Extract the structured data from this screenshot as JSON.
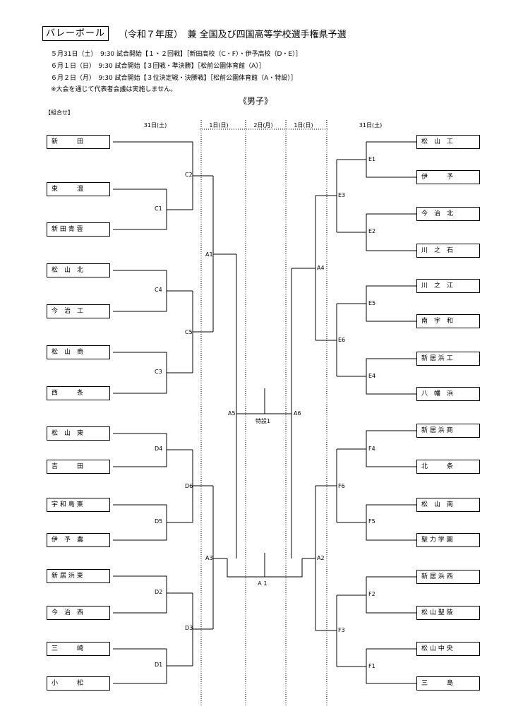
{
  "header": {
    "sport": "バレーボール",
    "title": "（令和７年度）　兼 全国及び四国高等学校選手権県予選",
    "schedule": [
      "５月31日（土）　9:30 試合開始【１・２回戦】［新田高校（C・F）・伊予高校（D・E）］",
      "６月１日（日）　9:30 試合開始【３回戦・準決勝】［松前公園体育館（A）］",
      "６月２日（月）　9:30 試合開始【３位決定戦・決勝戦】［松前公園体育館（A・特設）］"
    ],
    "note": "※大会を通じて代表者会議は実施しません。",
    "gender": "《男子》",
    "kumiawase": "【組合せ】"
  },
  "days": {
    "d31_left": "31日(土)",
    "d1_left": "1日(日)",
    "d2": "2日(月)",
    "d1_right": "1日(日)",
    "d31_right": "31日(土)"
  },
  "left_teams": [
    "新　　　田",
    "東　　　温",
    "新 田 青 雲",
    "松　山　北",
    "今　治　工",
    "松　山　商",
    "西　　　条",
    "松　山　東",
    "吉　　　田",
    "宇 和 島 東",
    "伊　予　農",
    "新 居 浜 東",
    "今　治　西",
    "三　　　崎",
    "小　　　松"
  ],
  "right_teams": [
    "松　山　工",
    "伊　　　予",
    "今　治　北",
    "川　之　石",
    "川　之　江",
    "南　宇　和",
    "新 居 浜 工",
    "八　幡　浜",
    "新 居 浜 商",
    "北　　　条",
    "松　山　南",
    "聖 力 学 園",
    "新 居 浜 西",
    "松 山 聖 陵",
    "松 山 中 央",
    "三　　　島"
  ],
  "match_labels": {
    "C2": "C2",
    "C1": "C1",
    "C4": "C4",
    "C5": "C5",
    "C3": "C3",
    "D4": "D4",
    "D6": "D6",
    "D5": "D5",
    "D2": "D2",
    "D3": "D3",
    "D1": "D1",
    "A1": "A1",
    "A3": "A3",
    "A5": "A5",
    "A6": "A6",
    "A2": "A2",
    "A4": "A4",
    "E1": "E1",
    "E3": "E3",
    "E2": "E2",
    "E5": "E5",
    "E6": "E6",
    "E4": "E4",
    "F4": "F4",
    "F6": "F6",
    "F5": "F5",
    "F2": "F2",
    "F3": "F3",
    "F1": "F1",
    "special": "特設1",
    "final": "Ａ１"
  }
}
